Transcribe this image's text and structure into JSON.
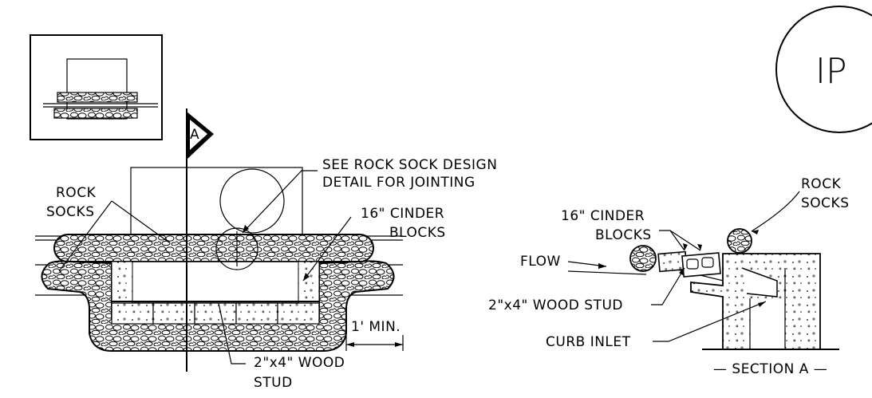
{
  "symbol": {
    "section_marker": "A",
    "sheet_tag": "IP"
  },
  "labels": {
    "note_design": "SEE ROCK SOCK DESIGN",
    "note_jointing": "DETAIL FOR JOINTING",
    "rock_socks_left_1": "ROCK",
    "rock_socks_left_2": "SOCKS",
    "cinder_left_1": "16\" CINDER",
    "cinder_left_2": "BLOCKS",
    "min_dim": "1' MIN.",
    "stud_left_1": "2\"x4\" WOOD",
    "stud_left_2": "STUD",
    "rock_socks_right_1": "ROCK",
    "rock_socks_right_2": "SOCKS",
    "cinder_right_1": "16\" CINDER",
    "cinder_right_2": "BLOCKS",
    "flow": "FLOW",
    "stud_right": "2\"x4\" WOOD STUD",
    "curb_inlet": "CURB INLET",
    "section_title": "— SECTION A —"
  }
}
